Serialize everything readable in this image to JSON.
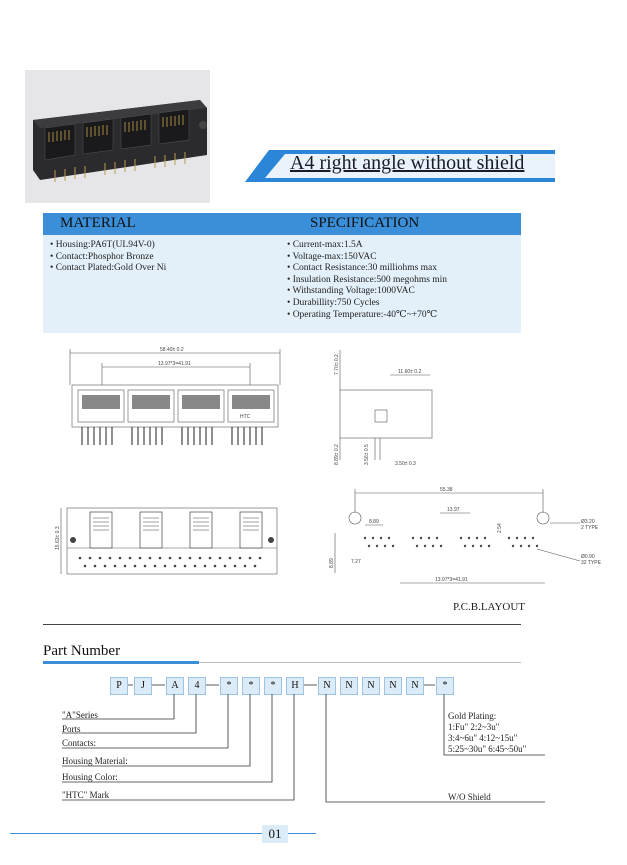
{
  "banner": {
    "title": "A4 right angle without shield",
    "color": "#2b86d8"
  },
  "spec_table": {
    "material_heading": "MATERIAL",
    "specification_heading": "SPECIFICATION",
    "material_items": [
      "• Housing:PA6T(UL94V-0)",
      "• Contact:Phosphor Bronze",
      "• Contact Plated:Gold Over Ni"
    ],
    "specification_items": [
      "• Current-max:1.5A",
      "• Voltage-max:150VAC",
      "• Contact Resistance:30 milliohms max",
      "• Insulation Resistance:500 megohms min",
      "• Withstanding Voltage:1000VAC",
      "• Durabillity:750 Cycles",
      "• Operating Temperature:-40℃~+70℃"
    ]
  },
  "drawings": {
    "front_overall": "58.40± 0.2",
    "front_pitch": "13.97*3=41.91",
    "front_logo": "HTC",
    "side_height": "7.70± 0.2",
    "side_depth": "11.60± 0.2",
    "side_pin1": "8.89± 0.2",
    "side_pin2": "3.56± 0.5",
    "side_pin3": "3.50± 0.3",
    "bottom_width": "15.63± 0.3",
    "pcb_overall": "55.38",
    "pcb_pitch": "13.97",
    "pcb_a": "8.89",
    "pcb_b": "2.54",
    "pcb_c": "8.89",
    "pcb_d": "7.27",
    "pcb_total": "13.97*3=41.91",
    "pcb_hole1": "Ø3.20",
    "pcb_hole1_type": "2 TYPE",
    "pcb_hole2": "Ø0.90",
    "pcb_hole2_type": "32 TYPE",
    "pcb_layout_label": "P.C.B.LAYOUT"
  },
  "part_number": {
    "title": "Part Number",
    "boxes": [
      "P",
      "J",
      "A",
      "4",
      "*",
      "*",
      "*",
      "H",
      "N",
      "N",
      "N",
      "N",
      "N",
      "*"
    ],
    "labels": [
      "\"A\"Series",
      "Ports",
      "Contacts:",
      "Housing Material:",
      "Housing Color:",
      "\"HTC\" Mark"
    ],
    "gold_plating": [
      "Gold Plating:",
      "1:Fu\" 2:2~3u\"",
      "3:4~6u\" 4:12~15u\"",
      "5:25~30u\" 6:45~50u\""
    ],
    "wo_shield": "W/O Shield"
  },
  "footer": {
    "page": "01"
  }
}
